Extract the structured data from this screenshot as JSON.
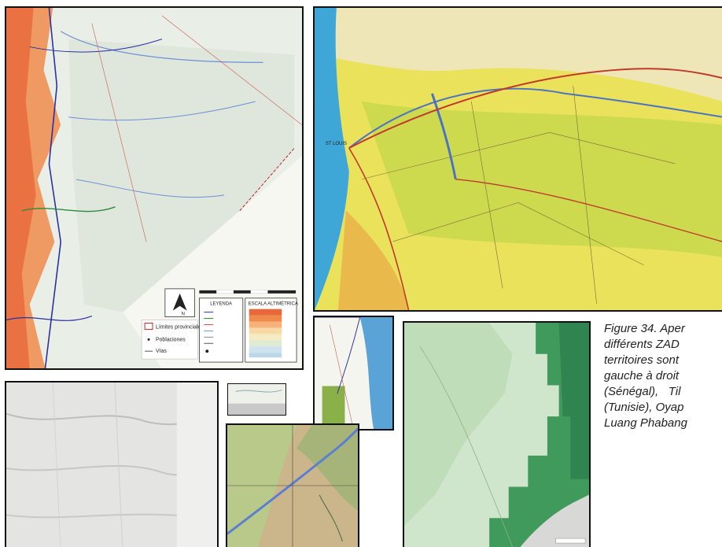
{
  "maps": {
    "argentina": {
      "legend_items": [
        "Límites provinciales",
        "Poblaciones",
        "Vías"
      ],
      "legend_title": "LEYENDA",
      "scale_title": "ESCALA ALTIMÉTRICA",
      "north_label": "N"
    },
    "senegal": {
      "city_label": "ST LOUIS"
    }
  },
  "caption": {
    "lines": [
      "Figure 34. Aper",
      "différents ZAD",
      "territoires sont",
      "gauche à droit",
      "(Sénégal),   Til",
      "(Tunisie), Oyap",
      "Luang Phabang"
    ]
  },
  "colors": {
    "ocean": "#3fa6d8",
    "savanna": "#e9e25a",
    "relief": "#f08a4b",
    "forest": "#3f9a5c",
    "border": "#111111"
  }
}
